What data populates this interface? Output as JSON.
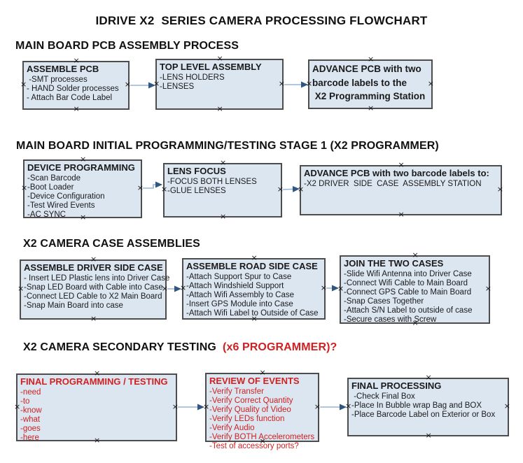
{
  "title": "IDRIVE X2  SERIES CAMERA PROCESSING FLOWCHART",
  "colors": {
    "box_fill": "#dce6f1",
    "box_border": "#4d4d4d",
    "accent_red": "#cf2121",
    "arrow_line": "#95b3d7",
    "arrow_head": "#31567f",
    "text": "#1a1a1a"
  },
  "sections": [
    {
      "heading": "MAIN BOARD PCB ASSEMBLY PROCESS",
      "heading_suffix": "",
      "boxes": [
        {
          "title": "ASSEMBLE PCB",
          "items": [
            " -SMT processes",
            "- HAND Solder processes",
            "- Attach Bar Code Label"
          ]
        },
        {
          "title": "TOP LEVEL ASSEMBLY",
          "items": [
            "-LENS HOLDERS",
            "-LENSES"
          ]
        },
        {
          "title_lines": [
            "ADVANCE PCB with two",
            "barcode labels to the",
            " X2 Programming Station"
          ],
          "items": []
        }
      ]
    },
    {
      "heading": "MAIN BOARD INITIAL PROGRAMMING/TESTING STAGE 1 (X2 PROGRAMMER)",
      "heading_suffix": "",
      "boxes": [
        {
          "title": "DEVICE PROGRAMMING",
          "items": [
            "-Scan Barcode",
            "-Boot Loader",
            "-Device Configuration",
            "-Test Wired Events",
            "-AC SYNC"
          ]
        },
        {
          "title": "LENS FOCUS",
          "items": [
            "-FOCUS BOTH LENSES",
            "-GLUE LENSES"
          ]
        },
        {
          "title": "ADVANCE PCB with two barcode labels to:",
          "items": [
            "-X2 DRIVER  SIDE  CASE  ASSEMBLY STATION"
          ]
        }
      ]
    },
    {
      "heading": "X2 CAMERA CASE ASSEMBLIES",
      "heading_suffix": "",
      "boxes": [
        {
          "title": "ASSEMBLE DRIVER SIDE CASE",
          "items": [
            "- Insert LED Plastic lens into Driver Case",
            "-Snap LED Board with Cable into Case",
            "-Connect LED Cable to X2 Main Board",
            "-Snap Main Board into case"
          ]
        },
        {
          "title": "ASSEMBLE ROAD SIDE CASE",
          "items": [
            "-Attach Support Spur to Case",
            "-Attach Windshield Support",
            "-Attach Wifi Assembly to Case",
            "-Insert GPS Module into Case",
            "-Attach Wifi Label to Outside of Case"
          ]
        },
        {
          "title": "JOIN THE TWO CASES",
          "items": [
            "-Slide Wifi Antenna into Driver Case",
            "-Connect Wifi Cable to Main Board",
            "-Connect GPS Cable to Main Board",
            "-Snap Cases Together",
            "-Attach S/N Label to outside of case",
            "-Secure cases with Screw"
          ]
        }
      ]
    },
    {
      "heading": "X2 CAMERA SECONDARY TESTING  ",
      "heading_suffix": "(x6 PROGRAMMER)?",
      "boxes": [
        {
          "title": "FINAL PROGRAMMING / TESTING",
          "items": [
            "-need",
            "-to",
            "-know",
            "-what",
            "-goes",
            "-here"
          ]
        },
        {
          "title": "REVIEW OF EVENTS",
          "items": [
            "-Verify Transfer",
            "-Verify Correct Quantity",
            "-Verify Quality of Video",
            "-Verify LEDs function",
            "-Verify Audio",
            "-Verify BOTH Accelerometers",
            "-Test of accessory ports?"
          ]
        },
        {
          "title": "FINAL PROCESSING",
          "items": [
            " -Check Final Box",
            "-Place In Bubble wrap Bag and BOX",
            "-Place Barcode Label on Exterior or Box"
          ]
        }
      ]
    }
  ]
}
